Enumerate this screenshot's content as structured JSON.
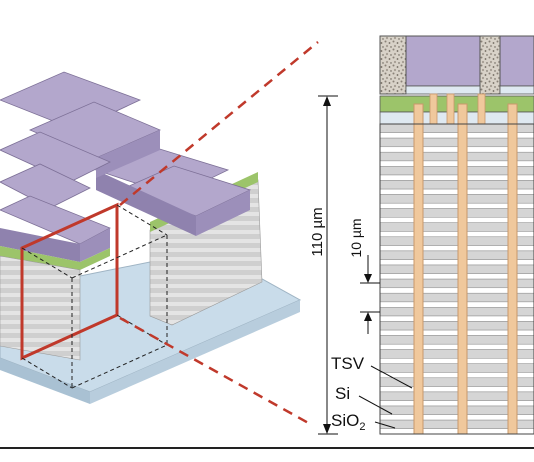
{
  "labels": {
    "height_total": "110 µm",
    "height_layer": "10 µm",
    "tsv": "TSV",
    "si": "Si",
    "sio2_main": "SiO",
    "sio2_sub": "2"
  },
  "colors": {
    "die_top": "#b3a7cc",
    "die_side": "#9c8fba",
    "die_front": "#8f82ae",
    "interposer": "#9cc46a",
    "si_layer": "#d5d5d5",
    "oxide_layer": "#ffffff",
    "tsv": "#f0c89c",
    "tsv_edge": "#c9986a",
    "substrate": "#c9dcea",
    "red_frame": "#c0392b",
    "granular_fill": "#9a9389"
  }
}
